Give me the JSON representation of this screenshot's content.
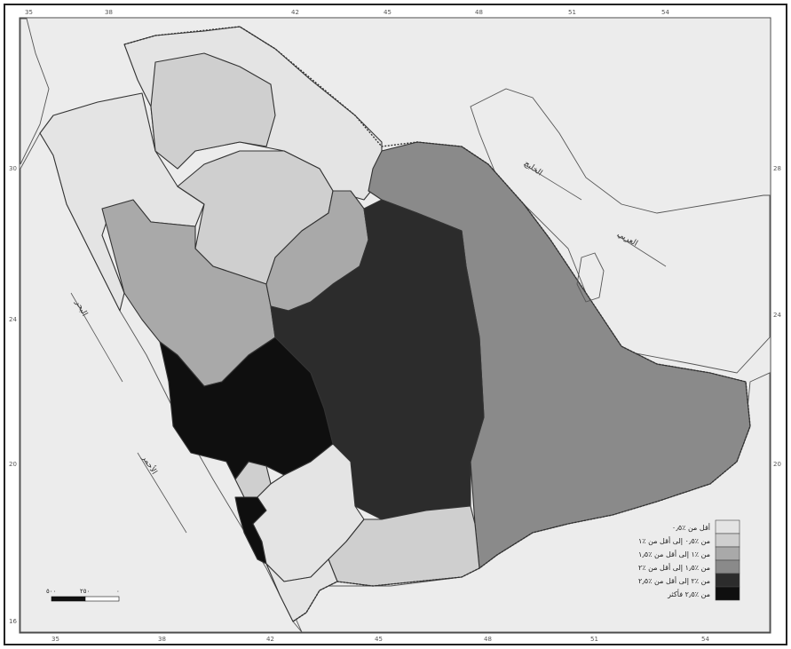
{
  "colors": {
    "background": "#ffffff",
    "sea": "#ececec",
    "class_1": "#e4e4e4",
    "class_2": "#cfcfcf",
    "class_3": "#a9a9a9",
    "class_4": "#8a8a8a",
    "class_5": "#2c2c2c",
    "class_6": "#0f0f0f"
  },
  "coords": {
    "top": [
      "35",
      "38",
      "42",
      "45",
      "48",
      "51",
      "54"
    ],
    "bottom": [
      "35",
      "38",
      "42",
      "45",
      "48",
      "51",
      "54"
    ],
    "left": [
      "30",
      "24",
      "20",
      "16"
    ],
    "right": [
      "28",
      "24",
      "20"
    ]
  },
  "legend": {
    "items": [
      {
        "label": "أقل من ٪٠٫٥"
      },
      {
        "label": "من ٪٠٫٥ إلى أقل من ٪١"
      },
      {
        "label": "من ٪١ إلى أقل من ٪١٫٥"
      },
      {
        "label": "من ٪١٫٥ إلى أقل من ٪٢"
      },
      {
        "label": "من ٪٢ إلى أقل من ٪٢٫٥"
      },
      {
        "label": "من ٪٢٫٥ فأكثر"
      }
    ]
  },
  "scale_bar": {
    "labels": [
      "٥٠٠",
      "٢٥٠",
      "٠"
    ]
  },
  "water_labels": {
    "gulf": [
      "الخليج",
      "العربي"
    ],
    "red_sea": [
      "البحر",
      "الأحمر"
    ]
  }
}
